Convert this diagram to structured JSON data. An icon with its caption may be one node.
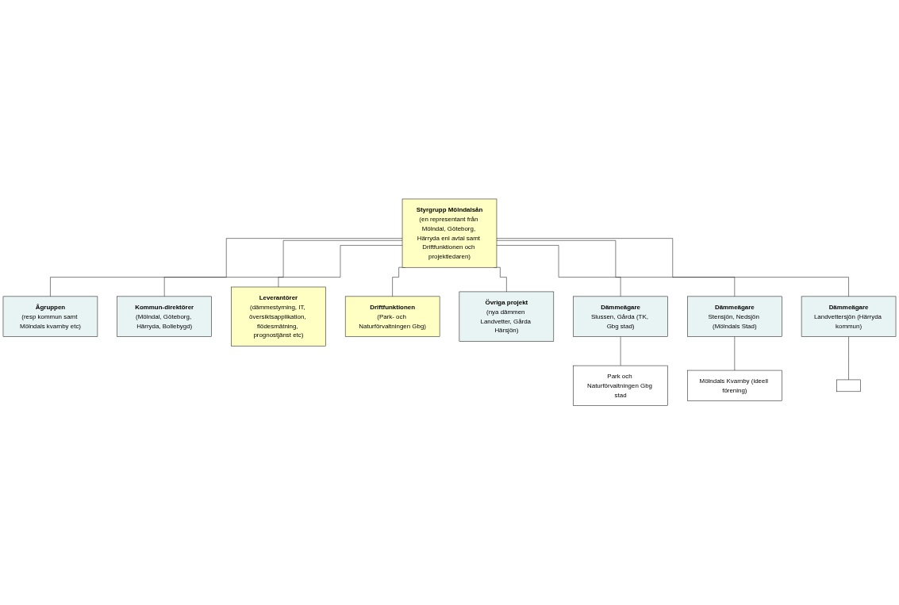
{
  "diagram": {
    "nodes": [
      {
        "text": [
          "Ågruppen",
          "(resp kommun samt Mölndals kvarnby etc)"
        ]
      },
      {
        "text": [
          "Styrgrupp Mölndalsån",
          "(en representant från Mölndal, Göteborg, Härryda enl avtal samt Driftfunktionen och projektledaren)"
        ]
      },
      {
        "text": [
          "Kommun-direktörer",
          "(Mölndal, Göteborg, Härryda, Bollebygd)"
        ]
      },
      {
        "text": [
          "Leverantörer",
          "(dämmestyrning, IT, översiktsapplikation, flödesmätning, prognostjänst etc)"
        ]
      },
      {
        "text": [
          "Driftfunktionen",
          "(Park- och Naturförvaltningen Gbg)"
        ]
      },
      {
        "text": [
          "Övriga projekt",
          "(nya dämmen Landvetter, Gårda Härsjön)"
        ]
      },
      {
        "text": [
          "Dämmeägare",
          "Slussen, Gårda (TK, Gbg stad)"
        ]
      },
      {
        "text": [
          "Dämmeägare",
          "Stensjön, Nedsjön (Mölndals Stad)"
        ]
      },
      {
        "text": [
          "Dämmeägare",
          "Landvettersjön (Härryda kommun)"
        ]
      },
      {
        "text": [
          "Park och Naturförvaltningen Gbg stad"
        ]
      },
      {
        "text": [
          "Mölndals Kvarnby (ideell förening)"
        ]
      },
      {
        "text": [],
        "shape": "box"
      }
    ],
    "edges": [
      {
        "from": 1,
        "to": 0,
        "arrow": "none"
      },
      {
        "from": 1,
        "to": 2,
        "arrow": "none"
      },
      {
        "from": 1,
        "to": 3,
        "arrow": "none"
      },
      {
        "from": 1,
        "to": 4,
        "arrow": "none"
      },
      {
        "from": 1,
        "to": 5,
        "arrow": "none"
      },
      {
        "from": 1,
        "to": 6,
        "arrow": "none"
      },
      {
        "from": 1,
        "to": 7,
        "arrow": "none"
      },
      {
        "from": 1,
        "to": 8,
        "arrow": "none"
      },
      {
        "from": 6,
        "to": 9,
        "arrow": "none"
      },
      {
        "from": 7,
        "to": 10,
        "arrow": "none"
      },
      {
        "from": 8,
        "to": 11,
        "arrow": "none"
      }
    ]
  }
}
